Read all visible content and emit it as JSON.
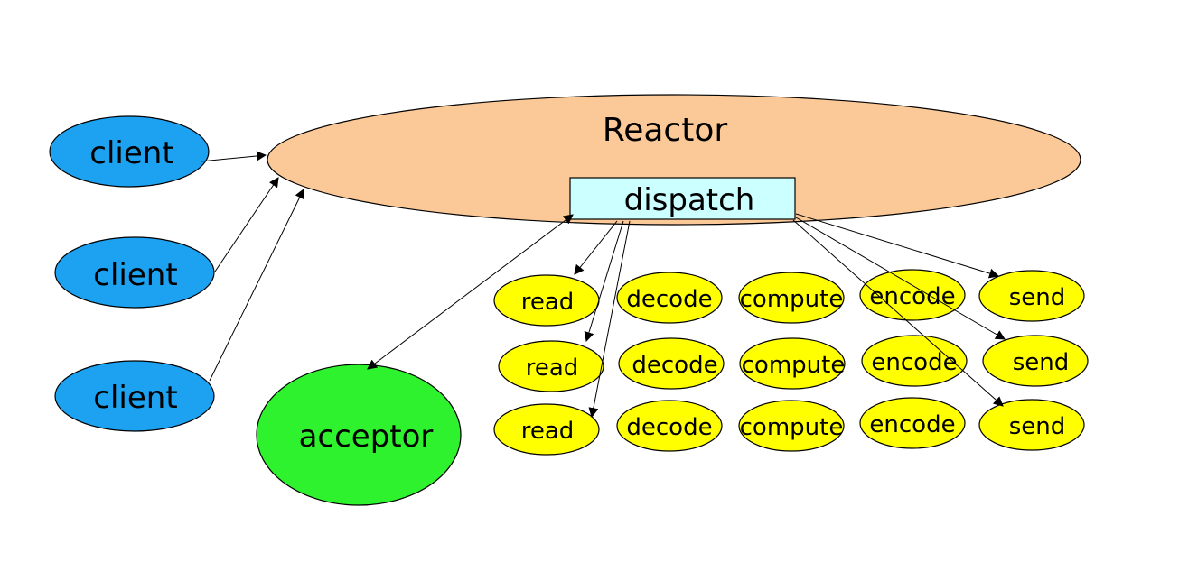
{
  "nodes": {
    "reactor": {
      "label": "Reactor"
    },
    "dispatch": {
      "label": "dispatch"
    },
    "acceptor": {
      "label": "acceptor"
    },
    "clients": [
      {
        "label": "client"
      },
      {
        "label": "client"
      },
      {
        "label": "client"
      }
    ],
    "handler_rows": [
      {
        "read": "read",
        "decode": "decode",
        "compute": "compute",
        "encode": "encode",
        "send": "send"
      },
      {
        "read": "read",
        "decode": "decode",
        "compute": "compute",
        "encode": "encode",
        "send": "send"
      },
      {
        "read": "read",
        "decode": "decode",
        "compute": "compute",
        "encode": "encode",
        "send": "send"
      }
    ]
  },
  "colors": {
    "reactor_fill": "#FBC898",
    "dispatch_fill": "#CCFFFF",
    "client_fill": "#1CA2F1",
    "acceptor_fill": "#2FF22F",
    "handler_fill": "#FFFF00",
    "stroke": "#000000"
  }
}
